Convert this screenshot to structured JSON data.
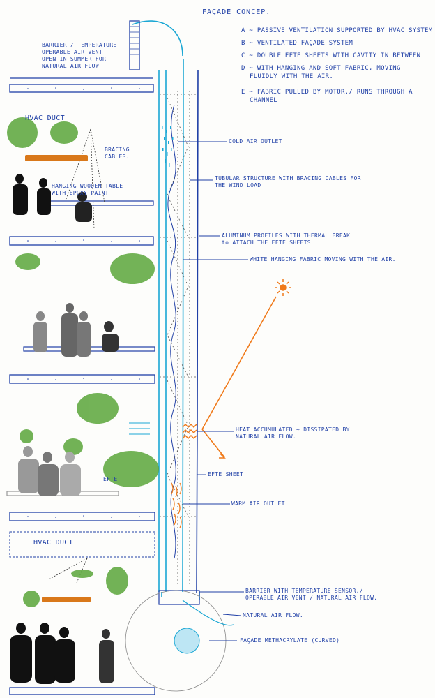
{
  "title": "FAÇADE CONCEP.",
  "legend": [
    "A ~ PASSIVE VENTILATION SUPPORTED BY HVAC SYSTEM",
    "B ~ VENTILATED FAÇADE SYSTEM",
    "C ~ DOUBLE EFTE SHEETS WITH CAVITY IN BETWEEN",
    "D ~ WITH HANGING AND SOFT FABRIC, MOVING",
    "FLUIDLY WITH THE AIR.",
    "E ~ FABRIC PULLED BY MOTOR./ RUNS THROUGH A",
    "CHANNEL"
  ],
  "left_labels": {
    "barrier_top": "BARRIER / TEMPERATURE\nOPERABLE AIR VENT\nOPEN IN SUMMER FOR\nNATURAL AIR FLOW",
    "hvac_top": "HVAC DUCT",
    "bracing": "BRACING\nCABLES.",
    "hanging_table": "HANGING WOODEN TABLE\nWITH EPOXY PAINT",
    "efte_mid": "EFTE",
    "hvac_bottom": "HVAC DUCT"
  },
  "right_labels": {
    "cold_air": "COLD AIR OUTLET",
    "tubular": "TUBULAR STRUCTURE WITH BRACING CABLES FOR\nTHE WIND LOAD",
    "aluminum": "ALUMINUM PROFILES WITH THERMAL BREAK\nto ATTACH THE EFTE SHEETS",
    "fabric": "WHITE HANGING FABRIC MOVING WITH THE AIR.",
    "heat": "HEAT ACCUMULATED ~ DISSIPATED BY\nNATURAL AIR FLOW.",
    "efte_sheet": "EFTE SHEET",
    "warm_air": "WARM AIR OUTLET",
    "barrier_bottom": "BARRIER WITH TEMPERATURE SENSOR./\nOPERABLE AIR VENT / NATURAL AIR FLOW.",
    "natural_air": "NATURAL AIR FLOW.",
    "methacrylate": "FAÇADE METHACRYLATE (CURVED)"
  },
  "colors": {
    "ink_blue": "#1f3fa6",
    "cyan": "#1aa7d4",
    "orange": "#f07a1a",
    "green": "#4a9a2a",
    "black": "#222222"
  }
}
